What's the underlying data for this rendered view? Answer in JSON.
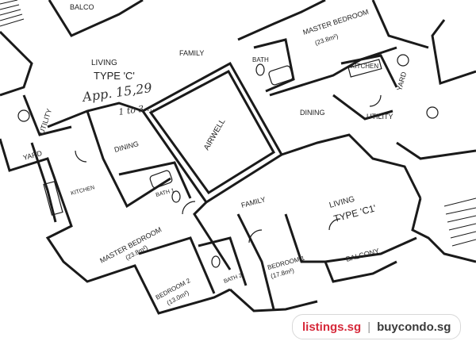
{
  "rooms": {
    "balcony_top": "BALCO",
    "master_bedroom_top": "MASTER BEDROOM",
    "master_bedroom_top_area": "(23.8m²)",
    "living_c": "LIVING",
    "type_c": "TYPE 'C'",
    "family_top": "FAMILY",
    "bath_top": "BATH",
    "kitchen_right": "KITCHEN",
    "yard_right": "YARD",
    "utility_right": "UTILITY",
    "dining_right": "DINING",
    "airwell": "AIRWELL",
    "utility_left": "UTILITY",
    "yard_left": "YARD",
    "dining_left": "DINING",
    "kitchen_left": "KITCHEN",
    "bath1_left": "BATH 1",
    "family_mid": "FAMILY",
    "living_c1": "LIVING",
    "type_c1": "TYPE 'C1'",
    "master_bedroom_bottom": "MASTER BEDROOM",
    "master_bedroom_bottom_area": "(23.8m²)",
    "bedroom2": "BEDROOM 2",
    "bedroom2_area": "(13.0m²)",
    "bath2": "BATH 2",
    "bedroom1": "BEDROOM 1",
    "bedroom1_area": "(17.8m²)",
    "balcony_bottom": "BALCONY"
  },
  "handwriting": {
    "line1": "App. 15,29",
    "line2": "1 to 3 ..."
  },
  "watermark": {
    "site1": "listings.sg",
    "separator": "|",
    "site2": "buycondo.sg"
  }
}
